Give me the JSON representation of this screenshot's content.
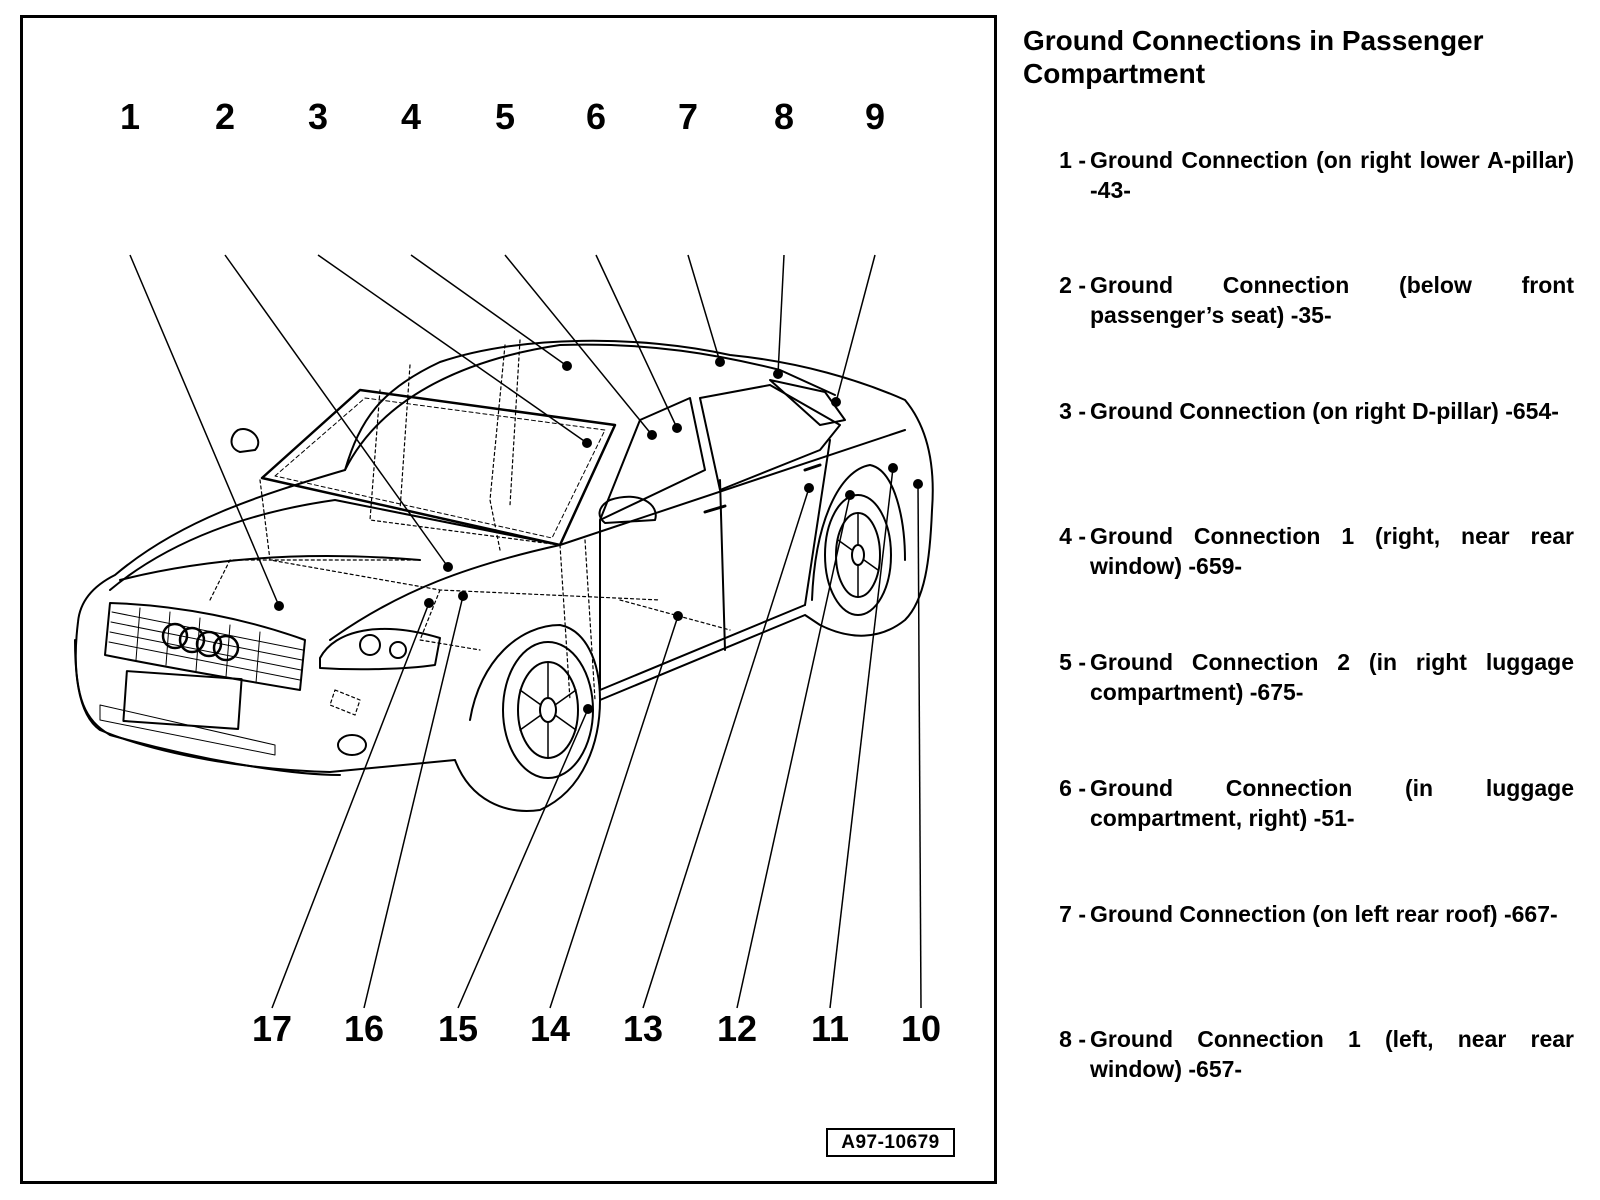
{
  "figure": {
    "figure_id": "A97-10679",
    "callouts_top": [
      "1",
      "2",
      "3",
      "4",
      "5",
      "6",
      "7",
      "8",
      "9"
    ],
    "callouts_bottom": [
      "17",
      "16",
      "15",
      "14",
      "13",
      "12",
      "11",
      "10"
    ]
  },
  "legend": {
    "title": "Ground Connections in Passenger Compartment",
    "items": [
      {
        "num": "1 -",
        "text": "Ground Connection (on right lower A-pillar) -43-"
      },
      {
        "num": "2 -",
        "text": "Ground Connection (below front passenger’s seat) -35-"
      },
      {
        "num": "3 -",
        "text": "Ground Connection (on right D-pillar) -654-"
      },
      {
        "num": "4 -",
        "text": "Ground Connection 1 (right, near rear window) -659-"
      },
      {
        "num": "5 -",
        "text": "Ground Connection 2 (in right luggage compartment) -675-"
      },
      {
        "num": "6 -",
        "text": "Ground Connection (in luggage compartment, right) -51-"
      },
      {
        "num": "7 -",
        "text": "Ground Connection (on left rear roof) -667-"
      },
      {
        "num": "8 -",
        "text": "Ground Connection 1 (left, near rear window) -657-"
      }
    ]
  }
}
